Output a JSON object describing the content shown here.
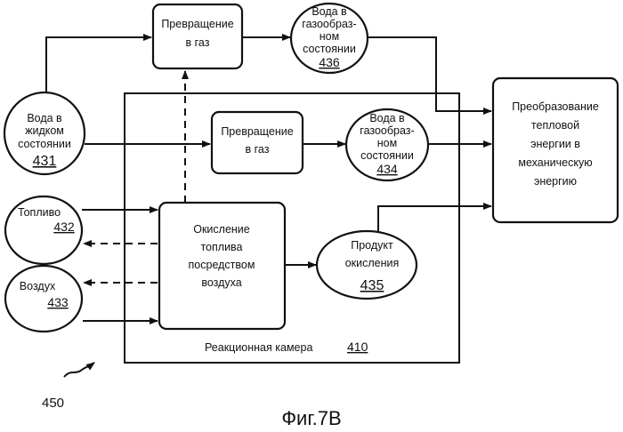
{
  "nodes": {
    "gasify_top": {
      "lines": [
        "Превращение",
        "в газ"
      ]
    },
    "steam_436": {
      "lines": [
        "Вода в",
        "газообраз-",
        "ном",
        "состоянии"
      ],
      "ref": "436"
    },
    "water_431": {
      "lines": [
        "Вода в",
        "жидком",
        "состоянии"
      ],
      "ref": "431"
    },
    "gasify_inner": {
      "lines": [
        "Превращение",
        "в газ"
      ]
    },
    "steam_434": {
      "lines": [
        "Вода в",
        "газообраз-",
        "ном",
        "состоянии"
      ],
      "ref": "434"
    },
    "converter": {
      "lines": [
        "Преобразование",
        "тепловой",
        "энергии в",
        "механическую",
        "энергию"
      ]
    },
    "fuel_432": {
      "lines": [
        "Топливо"
      ],
      "ref": "432"
    },
    "air_433": {
      "lines": [
        "Воздух"
      ],
      "ref": "433"
    },
    "oxidation": {
      "lines": [
        "Окисление",
        "топлива",
        "посредством",
        "воздуха"
      ]
    },
    "product_435": {
      "lines": [
        "Продукт",
        "окисления"
      ],
      "ref": "435"
    }
  },
  "chamber": {
    "label": "Реакционная камера",
    "ref": "410"
  },
  "system_ref": "450",
  "caption": "Фиг.7B"
}
